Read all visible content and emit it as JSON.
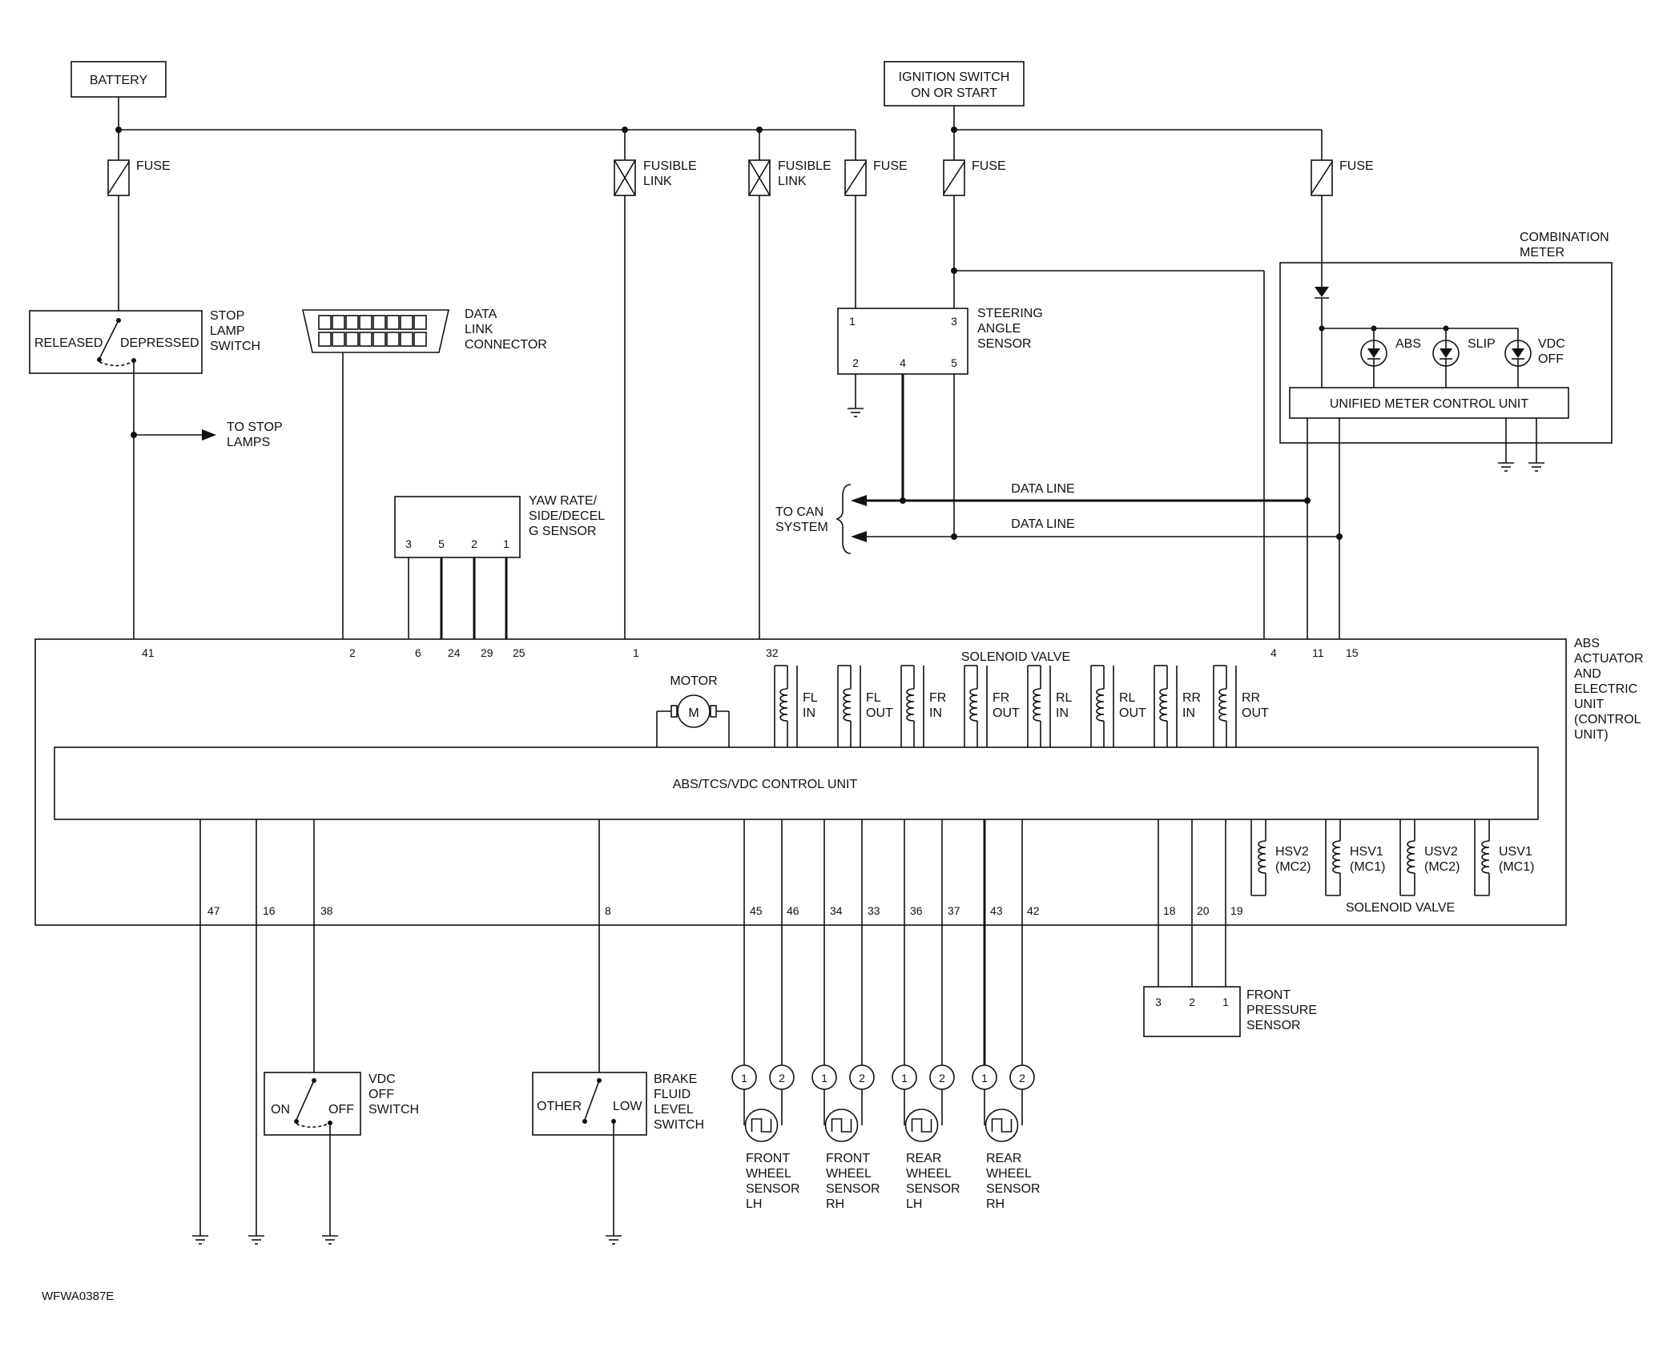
{
  "diagram_id": "WFWA0387E",
  "power": {
    "battery": "BATTERY",
    "ignition_line1": "IGNITION SWITCH",
    "ignition_line2": "ON OR START",
    "fuse": "FUSE",
    "fusible_link_line1": "FUSIBLE",
    "fusible_link_line2": "LINK"
  },
  "stop_lamp_switch": {
    "released": "RELEASED",
    "depressed": "DEPRESSED",
    "name_lines": [
      "STOP",
      "LAMP",
      "SWITCH"
    ],
    "to_lamps_lines": [
      "TO STOP",
      "LAMPS"
    ]
  },
  "data_link_connector": {
    "name_lines": [
      "DATA",
      "LINK",
      "CONNECTOR"
    ]
  },
  "yaw_rate_sensor": {
    "name_lines": [
      "YAW RATE/",
      "SIDE/DECEL",
      "G SENSOR"
    ],
    "pins": [
      "3",
      "5",
      "2",
      "1"
    ]
  },
  "steering_angle_sensor": {
    "name_lines": [
      "STEERING",
      "ANGLE",
      "SENSOR"
    ],
    "pins_top": [
      "1",
      "3"
    ],
    "pins_bottom": [
      "2",
      "4",
      "5"
    ]
  },
  "can": {
    "to_can_lines": [
      "TO CAN",
      "SYSTEM"
    ],
    "data_line": "DATA LINE"
  },
  "combination_meter": {
    "name_lines": [
      "COMBINATION",
      "METER"
    ],
    "lamps": [
      "ABS",
      "SLIP"
    ],
    "vdc_off_lines": [
      "VDC",
      "OFF"
    ],
    "control_unit": "UNIFIED METER CONTROL UNIT"
  },
  "abs_actuator": {
    "name_lines": [
      "ABS",
      "ACTUATOR",
      "AND",
      "ELECTRIC",
      "UNIT",
      "(CONTROL",
      "UNIT)"
    ],
    "control_unit": "ABS/TCS/VDC CONTROL UNIT",
    "motor": "MOTOR",
    "motor_symbol": "M",
    "solenoid_valve": "SOLENOID VALVE",
    "top_terminals": [
      "41",
      "2",
      "6",
      "24",
      "29",
      "25",
      "1",
      "32",
      "4",
      "11",
      "15"
    ],
    "bottom_terminals": [
      "47",
      "16",
      "38",
      "8",
      "45",
      "46",
      "34",
      "33",
      "36",
      "37",
      "43",
      "42",
      "18",
      "20",
      "19"
    ],
    "valves_top": [
      [
        "FL",
        "IN"
      ],
      [
        "FL",
        "OUT"
      ],
      [
        "FR",
        "IN"
      ],
      [
        "FR",
        "OUT"
      ],
      [
        "RL",
        "IN"
      ],
      [
        "RL",
        "OUT"
      ],
      [
        "RR",
        "IN"
      ],
      [
        "RR",
        "OUT"
      ]
    ],
    "valves_bottom": [
      [
        "HSV2",
        "(MC2)"
      ],
      [
        "HSV1",
        "(MC1)"
      ],
      [
        "USV2",
        "(MC2)"
      ],
      [
        "USV1",
        "(MC1)"
      ]
    ]
  },
  "vdc_off_switch": {
    "on": "ON",
    "off": "OFF",
    "name_lines": [
      "VDC",
      "OFF",
      "SWITCH"
    ]
  },
  "brake_fluid_switch": {
    "other": "OTHER",
    "low": "LOW",
    "name_lines": [
      "BRAKE",
      "FLUID",
      "LEVEL",
      "SWITCH"
    ]
  },
  "front_pressure_sensor": {
    "name_lines": [
      "FRONT",
      "PRESSURE",
      "SENSOR"
    ],
    "pins": [
      "3",
      "2",
      "1"
    ]
  },
  "wheel_sensors": [
    {
      "lines": [
        "FRONT",
        "WHEEL",
        "SENSOR",
        "LH"
      ],
      "pins": [
        "1",
        "2"
      ]
    },
    {
      "lines": [
        "FRONT",
        "WHEEL",
        "SENSOR",
        "RH"
      ],
      "pins": [
        "1",
        "2"
      ]
    },
    {
      "lines": [
        "REAR",
        "WHEEL",
        "SENSOR",
        "LH"
      ],
      "pins": [
        "1",
        "2"
      ]
    },
    {
      "lines": [
        "REAR",
        "WHEEL",
        "SENSOR",
        "RH"
      ],
      "pins": [
        "1",
        "2"
      ]
    }
  ]
}
